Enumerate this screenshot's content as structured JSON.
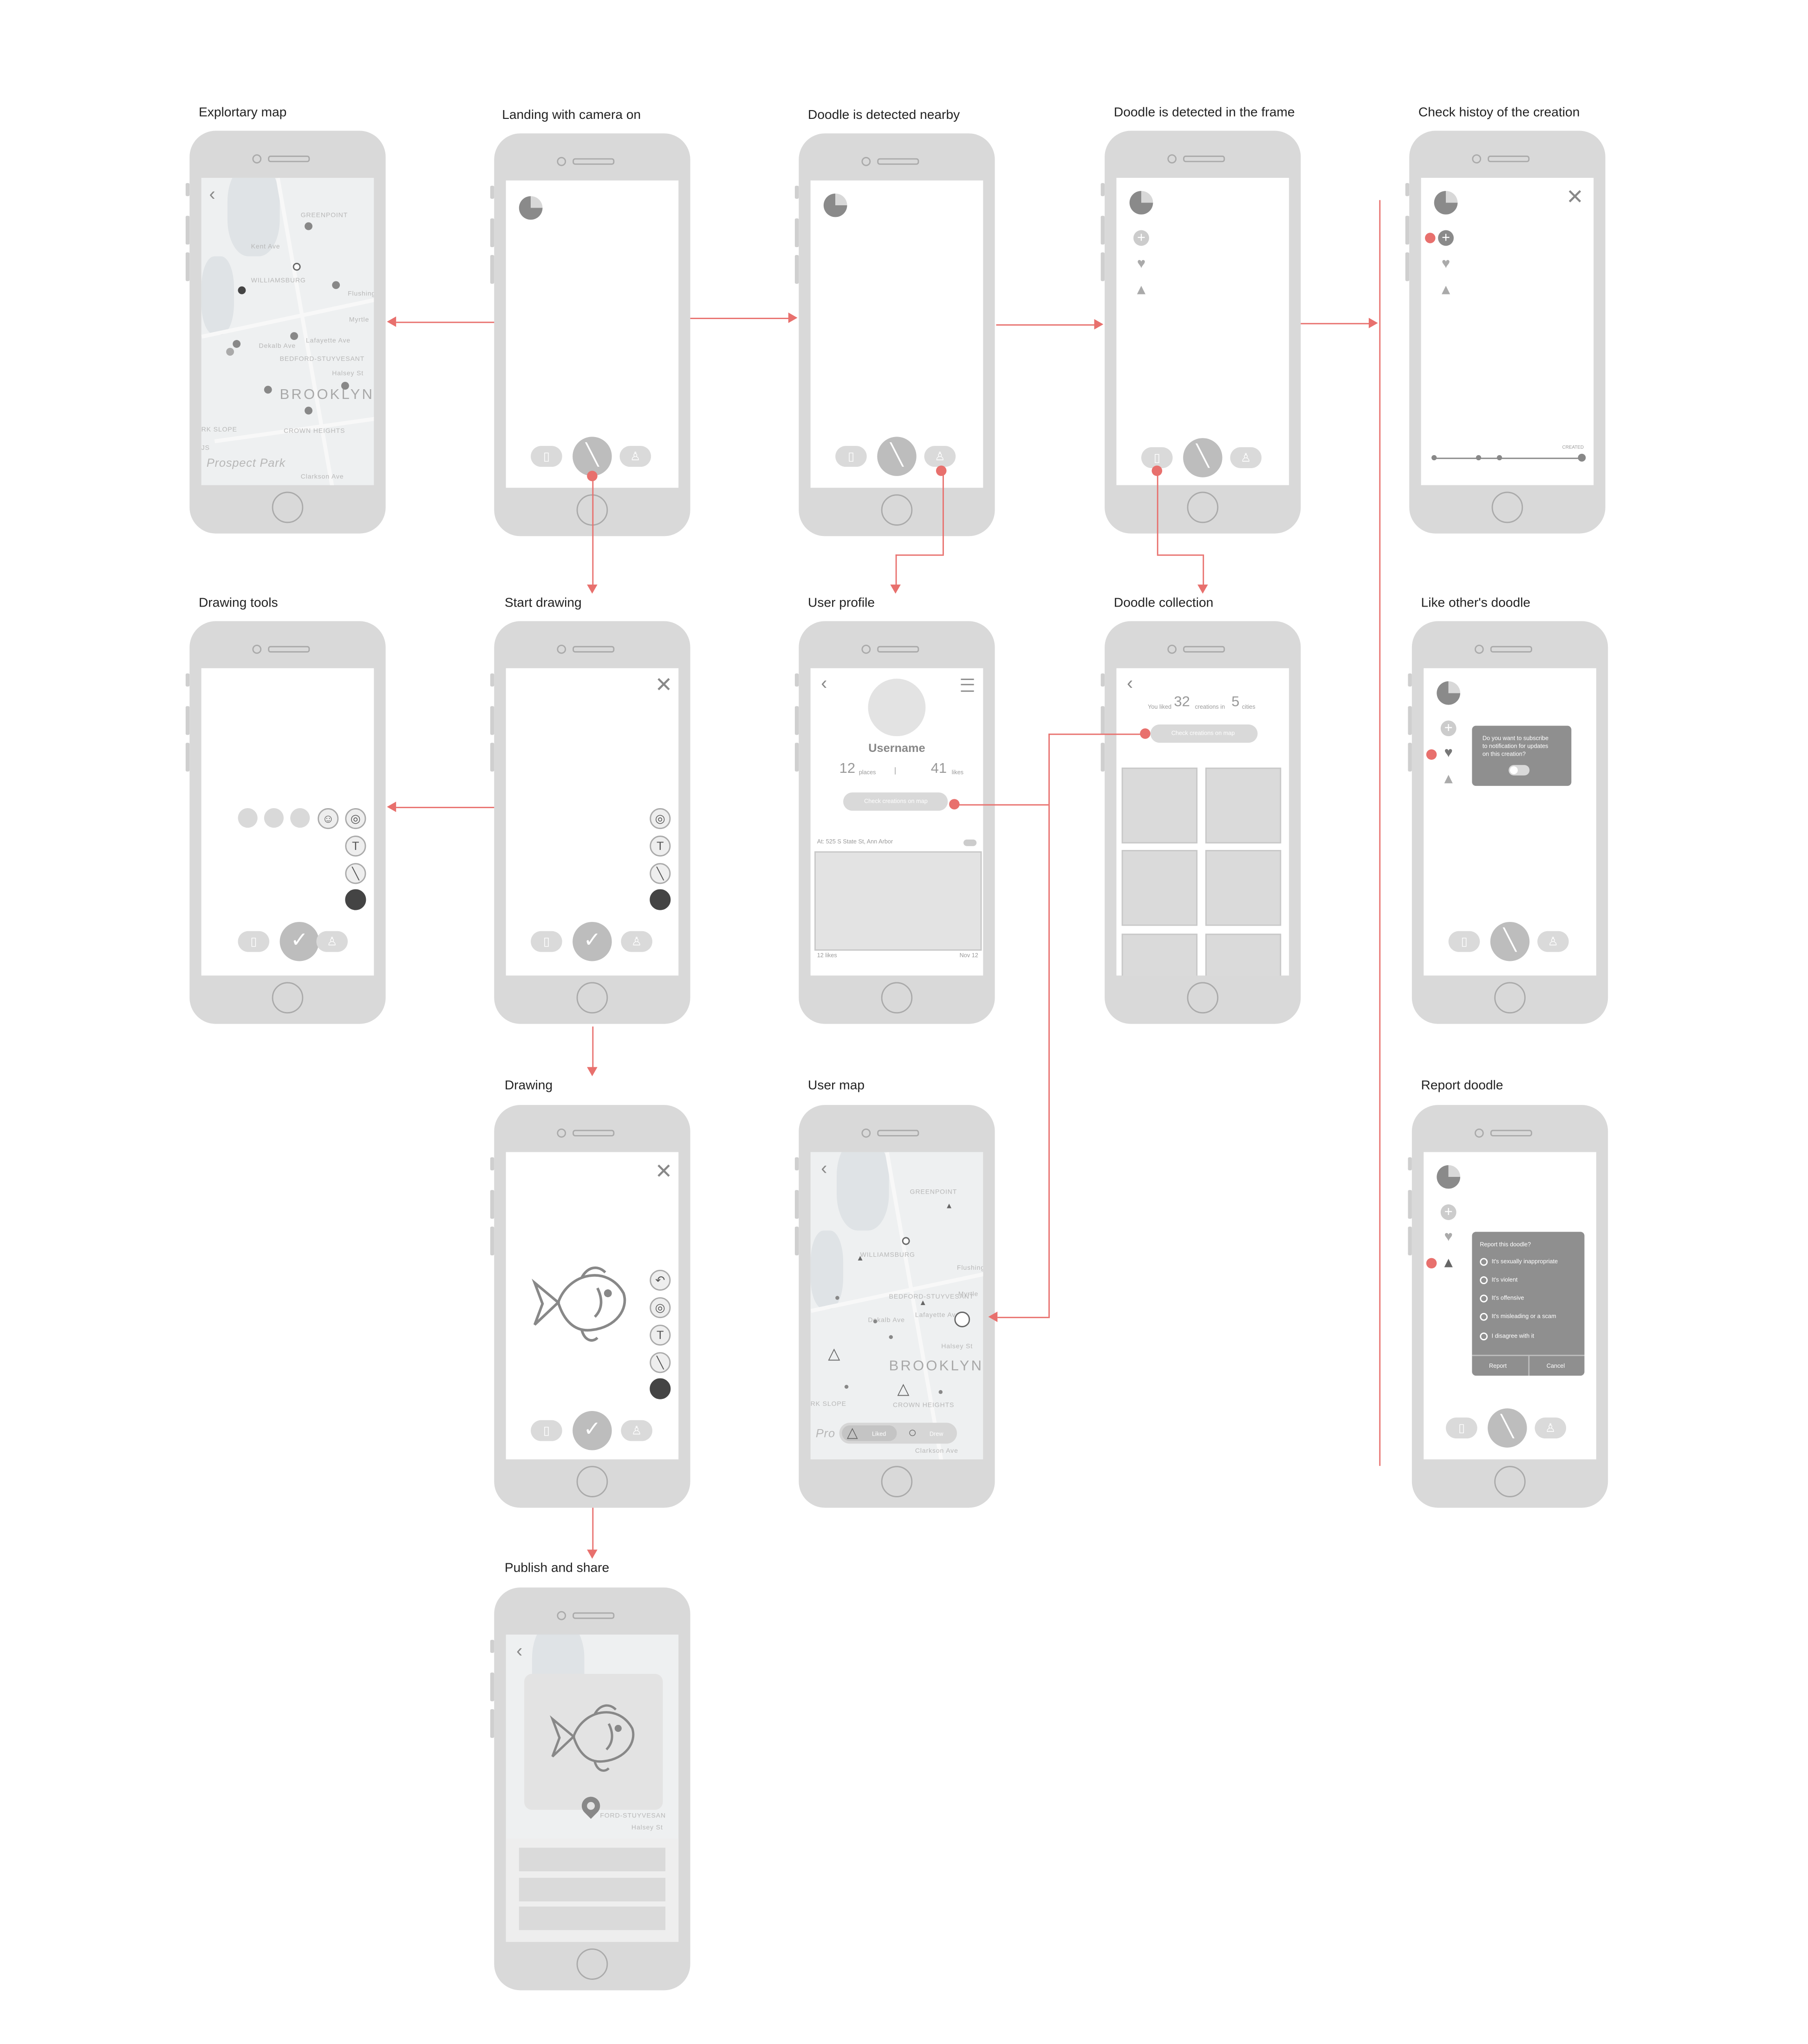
{
  "screens": {
    "exploratory_map": {
      "title": "Explortary map",
      "map_labels": [
        "GREENPOINT",
        "WILLIAMSBURG",
        "BEDFORD-STUYVESANT",
        "BROOKLYN",
        "CROWN HEIGHTS",
        "Prospect Park",
        "Halsey St",
        "Dekalb Ave",
        "Lafayette Ave",
        "Myrtle",
        "Flushing",
        "Kent Ave",
        "RK SLOPE",
        "Clarkson Ave",
        "JS"
      ]
    },
    "landing_camera": {
      "title": "Landing with camera on"
    },
    "doodle_nearby": {
      "title": "Doodle is detected nearby"
    },
    "doodle_in_frame": {
      "title": "Doodle is detected in the frame"
    },
    "check_history": {
      "title": "Check histoy of the creation",
      "timeline_label": "CREATED"
    },
    "drawing_tools": {
      "title": "Drawing tools"
    },
    "start_drawing": {
      "title": "Start drawing"
    },
    "user_profile": {
      "title": "User profile",
      "username": "Username",
      "places_count": "12",
      "places_label": "places",
      "divider": "|",
      "likes_count": "41",
      "likes_label": "likes",
      "check_button": "Check creations on map",
      "location": "At: 525 S State St, Ann Arbor",
      "post_likes": "12 likes",
      "post_date": "Nov 12"
    },
    "doodle_collection": {
      "title": "Doodle collection",
      "prefix": "You liked",
      "creations_count": "32",
      "creations_label": "creations in",
      "cities_count": "5",
      "cities_label": "cities",
      "check_button": "Check creations on map"
    },
    "like_doodle": {
      "title": "Like other's doodle",
      "modal_text": [
        "Do you want to subscribe",
        "to notification for updates",
        "on this creation?"
      ]
    },
    "drawing": {
      "title": "Drawing"
    },
    "user_map": {
      "title": "User map",
      "map_labels": [
        "GREENPOINT",
        "WILLIAMSBURG",
        "BEDFORD-STUYVESANT",
        "BROOKLYN",
        "CROWN HEIGHTS",
        "Halsey St",
        "Dekalb Ave",
        "Lafayette Ave",
        "Myrtle",
        "Flushing",
        "RK SLOPE",
        "Pro",
        "Clarkson Ave"
      ],
      "toggle_liked": "Liked",
      "toggle_drew": "Drew"
    },
    "report_doodle": {
      "title": "Report doodle",
      "question": "Report this doodle?",
      "options": [
        "It's sexually inappropriate",
        "It's violent",
        "It's offensive",
        "It's misleading or a scam",
        "I disagree with it"
      ],
      "report_button": "Report",
      "cancel_button": "Cancel"
    },
    "publish_share": {
      "title": "Publish and share",
      "map_label_1": "FORD-STUYVESAN",
      "map_label_2": "Halsey St"
    }
  },
  "icons": {
    "bookmark": "bookmark-icon",
    "pen": "pen-icon",
    "user": "user-icon",
    "check": "check-icon",
    "close": "close-icon",
    "back": "back-chevron-icon",
    "plus": "plus-icon",
    "heart": "heart-icon",
    "warning": "warning-icon",
    "sticker": "sticker-icon",
    "text": "text-icon",
    "undo": "undo-icon",
    "menu": "menu-icon",
    "pin": "map-pin-icon",
    "fish": "fish-doodle"
  },
  "colors": {
    "flow_arrow": "#e8706d",
    "phone": "#d9d9d9",
    "placeholder": "#dadada",
    "modal": "#8f8f8f"
  }
}
